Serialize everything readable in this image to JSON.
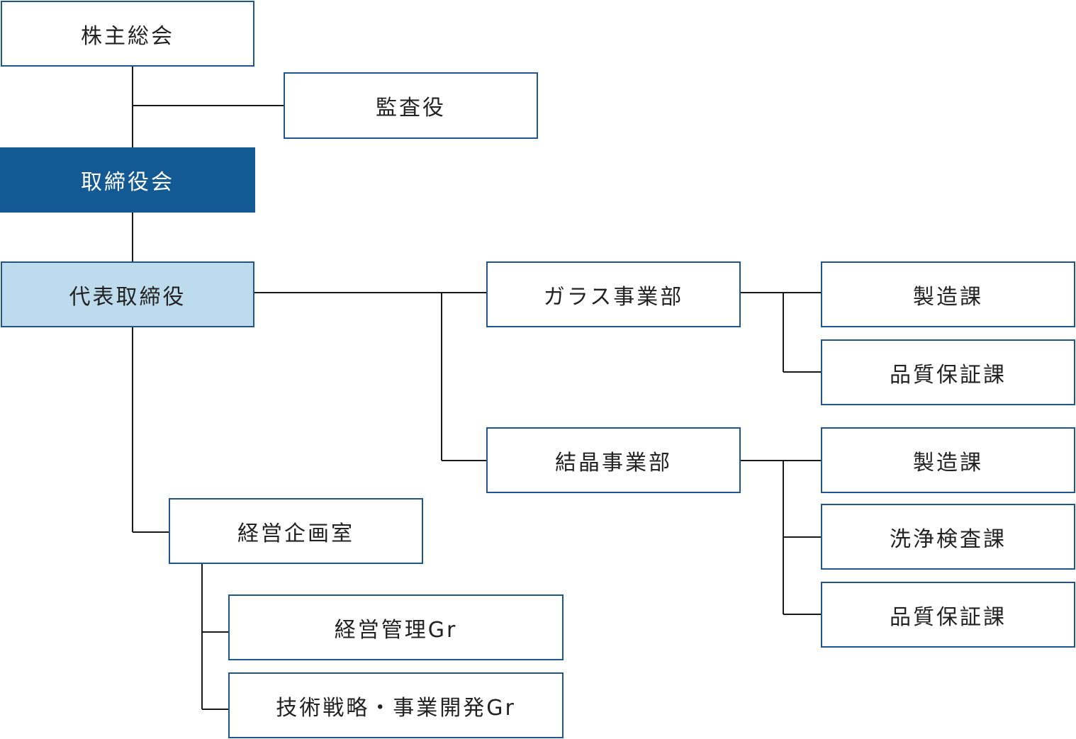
{
  "org_chart": {
    "shareholders_meeting": "株主総会",
    "auditor": "監査役",
    "board_of_directors": "取締役会",
    "representative_director": "代表取締役",
    "glass_division": {
      "name": "ガラス事業部",
      "sections": [
        "製造課",
        "品質保証課"
      ]
    },
    "crystal_division": {
      "name": "結晶事業部",
      "sections": [
        "製造課",
        "洗浄検査課",
        "品質保証課"
      ]
    },
    "corporate_planning": {
      "name": "経営企画室",
      "groups": [
        "経営管理Gr",
        "技術戦略・事業開発Gr"
      ]
    }
  },
  "colors": {
    "box_border": "#1f5690",
    "board_fill": "#135a94",
    "ceo_fill": "#bddbec",
    "connector": "#1a1a1a"
  }
}
